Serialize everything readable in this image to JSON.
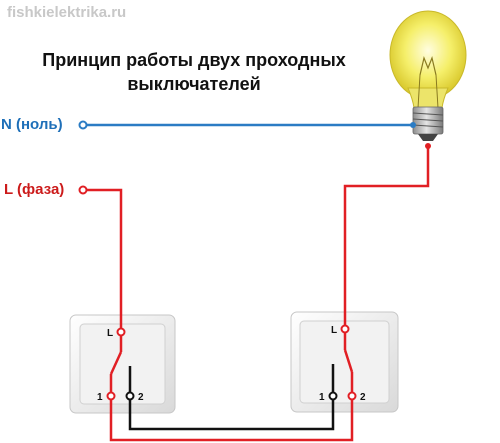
{
  "watermark": "fishkielektrika.ru",
  "title": {
    "line1": "Принцип работы двух проходных",
    "line2": "выключателей"
  },
  "labels": {
    "neutral": "N (ноль)",
    "phase": "L (фаза)"
  },
  "switch1": {
    "term_l": "L",
    "term_1": "1",
    "term_2": "2"
  },
  "switch2": {
    "term_l": "L",
    "term_1": "1",
    "term_2": "2"
  },
  "colors": {
    "neutral_wire": "#2b7cc4",
    "phase_wire": "#e11f24",
    "traveler_wire": "#e11f24",
    "bottom_wire": "#111111"
  },
  "icons": [
    "light-bulb-icon"
  ]
}
